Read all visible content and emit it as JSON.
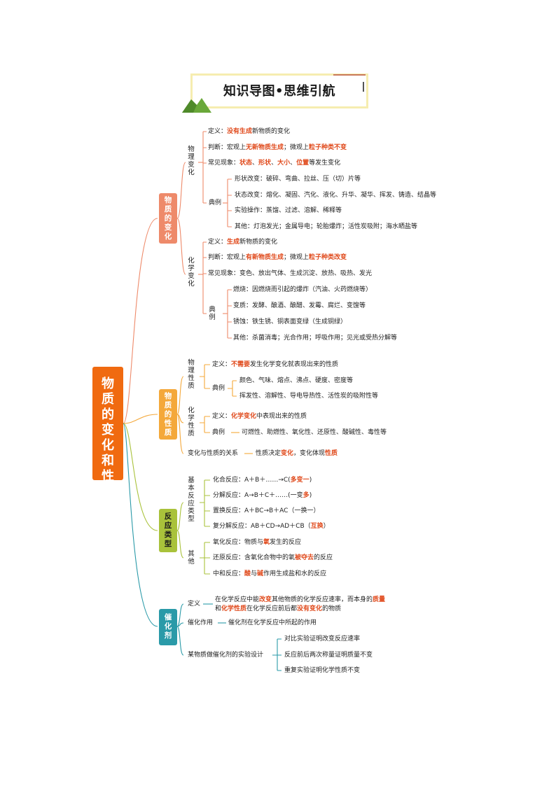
{
  "title": "知识导图•思维引航",
  "colors": {
    "root": "#f06a10",
    "phys_change": "#ee8a6a",
    "property": "#f4a83a",
    "reaction": "#a9c23b",
    "catalyst": "#2a9aa8",
    "highlight": "#e04a1c"
  },
  "root": "物质的变化和性质",
  "change": {
    "label": "物质的变化",
    "physical": {
      "label": "物理变化",
      "def_prefix": "定义：",
      "def_red": "没有生成",
      "def_suffix": "新物质的变化",
      "judge_a": "判断：宏观上",
      "judge_red1": "无新物质生成",
      "judge_b": "；微观上",
      "judge_red2": "粒子种类不变",
      "common_a": "常见现象：",
      "common_red1": "状态",
      "common_s1": "、",
      "common_red2": "形状",
      "common_s2": "、",
      "common_red3": "大小",
      "common_s3": "、",
      "common_red4": "位置",
      "common_b": "等发生变化",
      "typical": "典例",
      "examples": [
        "形状改变：破碎、弯曲、拉丝、压（切）片等",
        "状态改变：熔化、凝固、汽化、液化、升华、凝华、挥发、铸造、结晶等",
        "实验操作：蒸馏、过滤、溶解、稀释等",
        "其他：灯泡发光；金属导电；轮胎爆炸；活性炭吸附；海水晒盐等"
      ]
    },
    "chemical": {
      "label": "化学变化",
      "def_prefix": "定义：",
      "def_red": "生成",
      "def_suffix": "新物质的变化",
      "judge_a": "判断：宏观上",
      "judge_red1": "有新物质生成",
      "judge_b": "；微观上",
      "judge_red2": "粒子种类改变",
      "common": "常见现象：变色、放出气体、生成沉淀、放热、吸热、发光",
      "typical": "典例",
      "examples": [
        "燃烧：因燃烧而引起的爆炸（汽油、火药燃烧等）",
        "变质：发酵、酿酒、酿醋、发霉、腐烂、变馊等",
        "锈蚀：铁生锈、铜表面变绿（生成铜绿）",
        "其他：杀菌消毒；光合作用；呼吸作用；见光或受热分解等"
      ]
    }
  },
  "property": {
    "label": "物质的性质",
    "physical": {
      "label": "物理性质",
      "def_prefix": "定义：",
      "def_red": "不需要",
      "def_suffix": "发生化学变化就表现出来的性质",
      "typical": "典例",
      "examples": [
        "颜色、气味、熔点、沸点、硬度、密度等",
        "挥发性、溶解性、导电导热性、活性炭的吸附性等"
      ]
    },
    "chemical": {
      "label": "化学性质",
      "def_prefix": "定义：",
      "def_red": "化学变化",
      "def_suffix": "中表现出来的性质",
      "typical": "典例",
      "example": "可燃性、助燃性、氧化性、还原性、酸碱性、毒性等"
    },
    "relation_label": "变化与性质的关系",
    "relation_a": "性质决定",
    "relation_red1": "变化",
    "relation_b": "，变化体现",
    "relation_red2": "性质"
  },
  "reaction": {
    "label": "反应类型",
    "basic": {
      "label": "基本反应类型",
      "items": [
        {
          "a": "化合反应：A＋B＋……→C(",
          "red": "多变一",
          "b": ")"
        },
        {
          "a": "分解反应：A→B＋C＋……(一变",
          "red": "多",
          "b": ")"
        },
        {
          "a": "置换反应：A＋BC→B＋AC（一换一）",
          "red": "",
          "b": ""
        },
        {
          "a": "复分解反应：AB＋CD→AD＋CB（",
          "red": "互换",
          "b": "）"
        }
      ]
    },
    "other": {
      "label": "其他",
      "items": [
        {
          "a": "氧化反应：物质与",
          "red": "氧",
          "b": "发生的反应",
          "red2": "",
          "c": ""
        },
        {
          "a": "还原反应：含氧化合物中的氧",
          "red": "被夺去",
          "b": "的反应",
          "red2": "",
          "c": ""
        },
        {
          "a": "中和反应：",
          "red": "酸",
          "b": "与",
          "red2": "碱",
          "c": "作用生成盐和水的反应"
        }
      ]
    }
  },
  "catalyst": {
    "label": "催化剂",
    "def_label": "定义",
    "def_l1_a": "在化学反应中能",
    "def_l1_red1": "改变",
    "def_l1_b": "其他物质的化学反应速率，而本身的",
    "def_l1_red2": "质量",
    "def_l2_a": "和",
    "def_l2_red1": "化学性质",
    "def_l2_b": "在化学反应前后都",
    "def_l2_red2": "没有变化",
    "def_l2_c": "的物质",
    "role_label": "催化作用",
    "role": "催化剂在化学反应中所起的作用",
    "exp_label": "某物质做催化剂的实验设计",
    "exp_items": [
      "对比实验证明改变反应速率",
      "反应前后两次称量证明质量不变",
      "重复实验证明化学性质不变"
    ]
  }
}
